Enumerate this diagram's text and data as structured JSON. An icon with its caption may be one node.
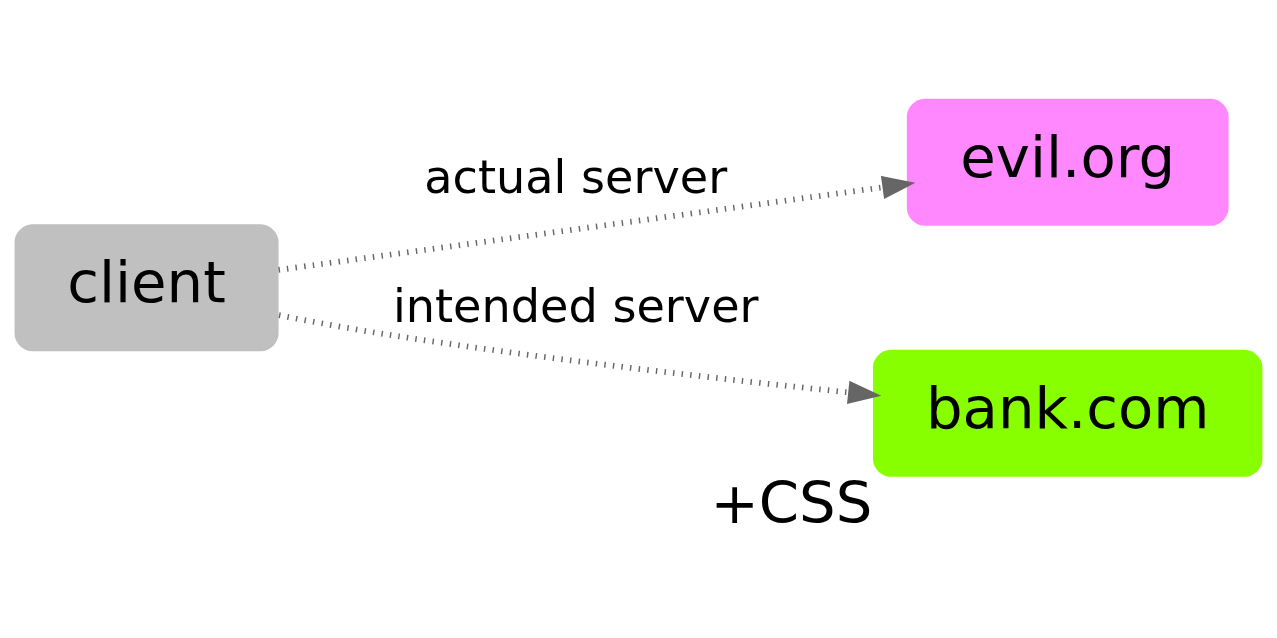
{
  "diagram": {
    "nodes": [
      {
        "text": [
          "client"
        ]
      },
      {
        "text": [
          "evil.org"
        ]
      },
      {
        "text": [
          "bank.com"
        ],
        "beside": [
          "+CSS"
        ]
      }
    ],
    "edges": [
      {
        "from": 0,
        "to": 1,
        "arrow": "to",
        "label": "actual server",
        "style": "dashed"
      },
      {
        "from": 0,
        "to": 2,
        "arrow": "to",
        "label": "intended server",
        "style": "dashed"
      }
    ]
  }
}
